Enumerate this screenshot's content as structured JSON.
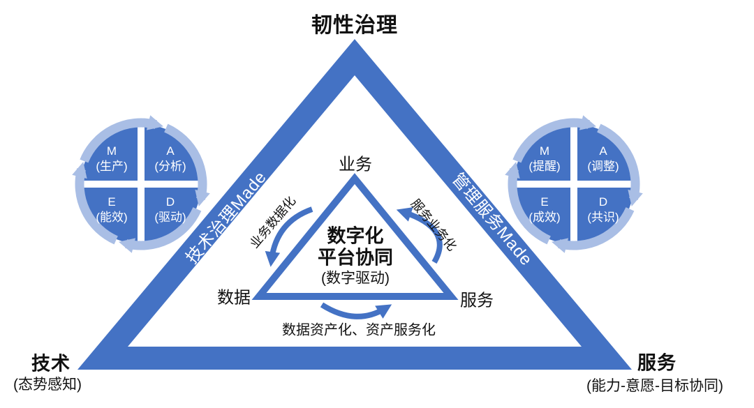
{
  "title": "韧性治理",
  "colors": {
    "primary": "#4472C4",
    "ring": "#A9BEE5",
    "text": "#111111",
    "white": "#ffffff"
  },
  "outer_corners": {
    "left": {
      "label": "技术",
      "sub": "(态势感知)"
    },
    "right": {
      "label": "服务",
      "sub": "(能力-意愿-目标协同)"
    }
  },
  "edge_bands": {
    "left": "技术治理Made",
    "right": "管理服务Made"
  },
  "inner_triangle": {
    "top_vertex": "业务",
    "bottom_left_vertex": "数据",
    "bottom_right_vertex": "服务",
    "center_line1": "数字化",
    "center_line2": "平台协同",
    "center_sub": "(数字驱动)",
    "flow_left": "业务数据化",
    "flow_right": "服务业务化",
    "flow_bottom": "数据资产化、资产服务化"
  },
  "wheels": {
    "left": {
      "quadrants": [
        {
          "letter": "M",
          "word": "(生产)"
        },
        {
          "letter": "A",
          "word": "(分析)"
        },
        {
          "letter": "E",
          "word": "(能效)"
        },
        {
          "letter": "D",
          "word": "(驱动)"
        }
      ]
    },
    "right": {
      "quadrants": [
        {
          "letter": "M",
          "word": "(提醒)"
        },
        {
          "letter": "A",
          "word": "(调整)"
        },
        {
          "letter": "E",
          "word": "(成效)"
        },
        {
          "letter": "D",
          "word": "(共识)"
        }
      ]
    }
  }
}
